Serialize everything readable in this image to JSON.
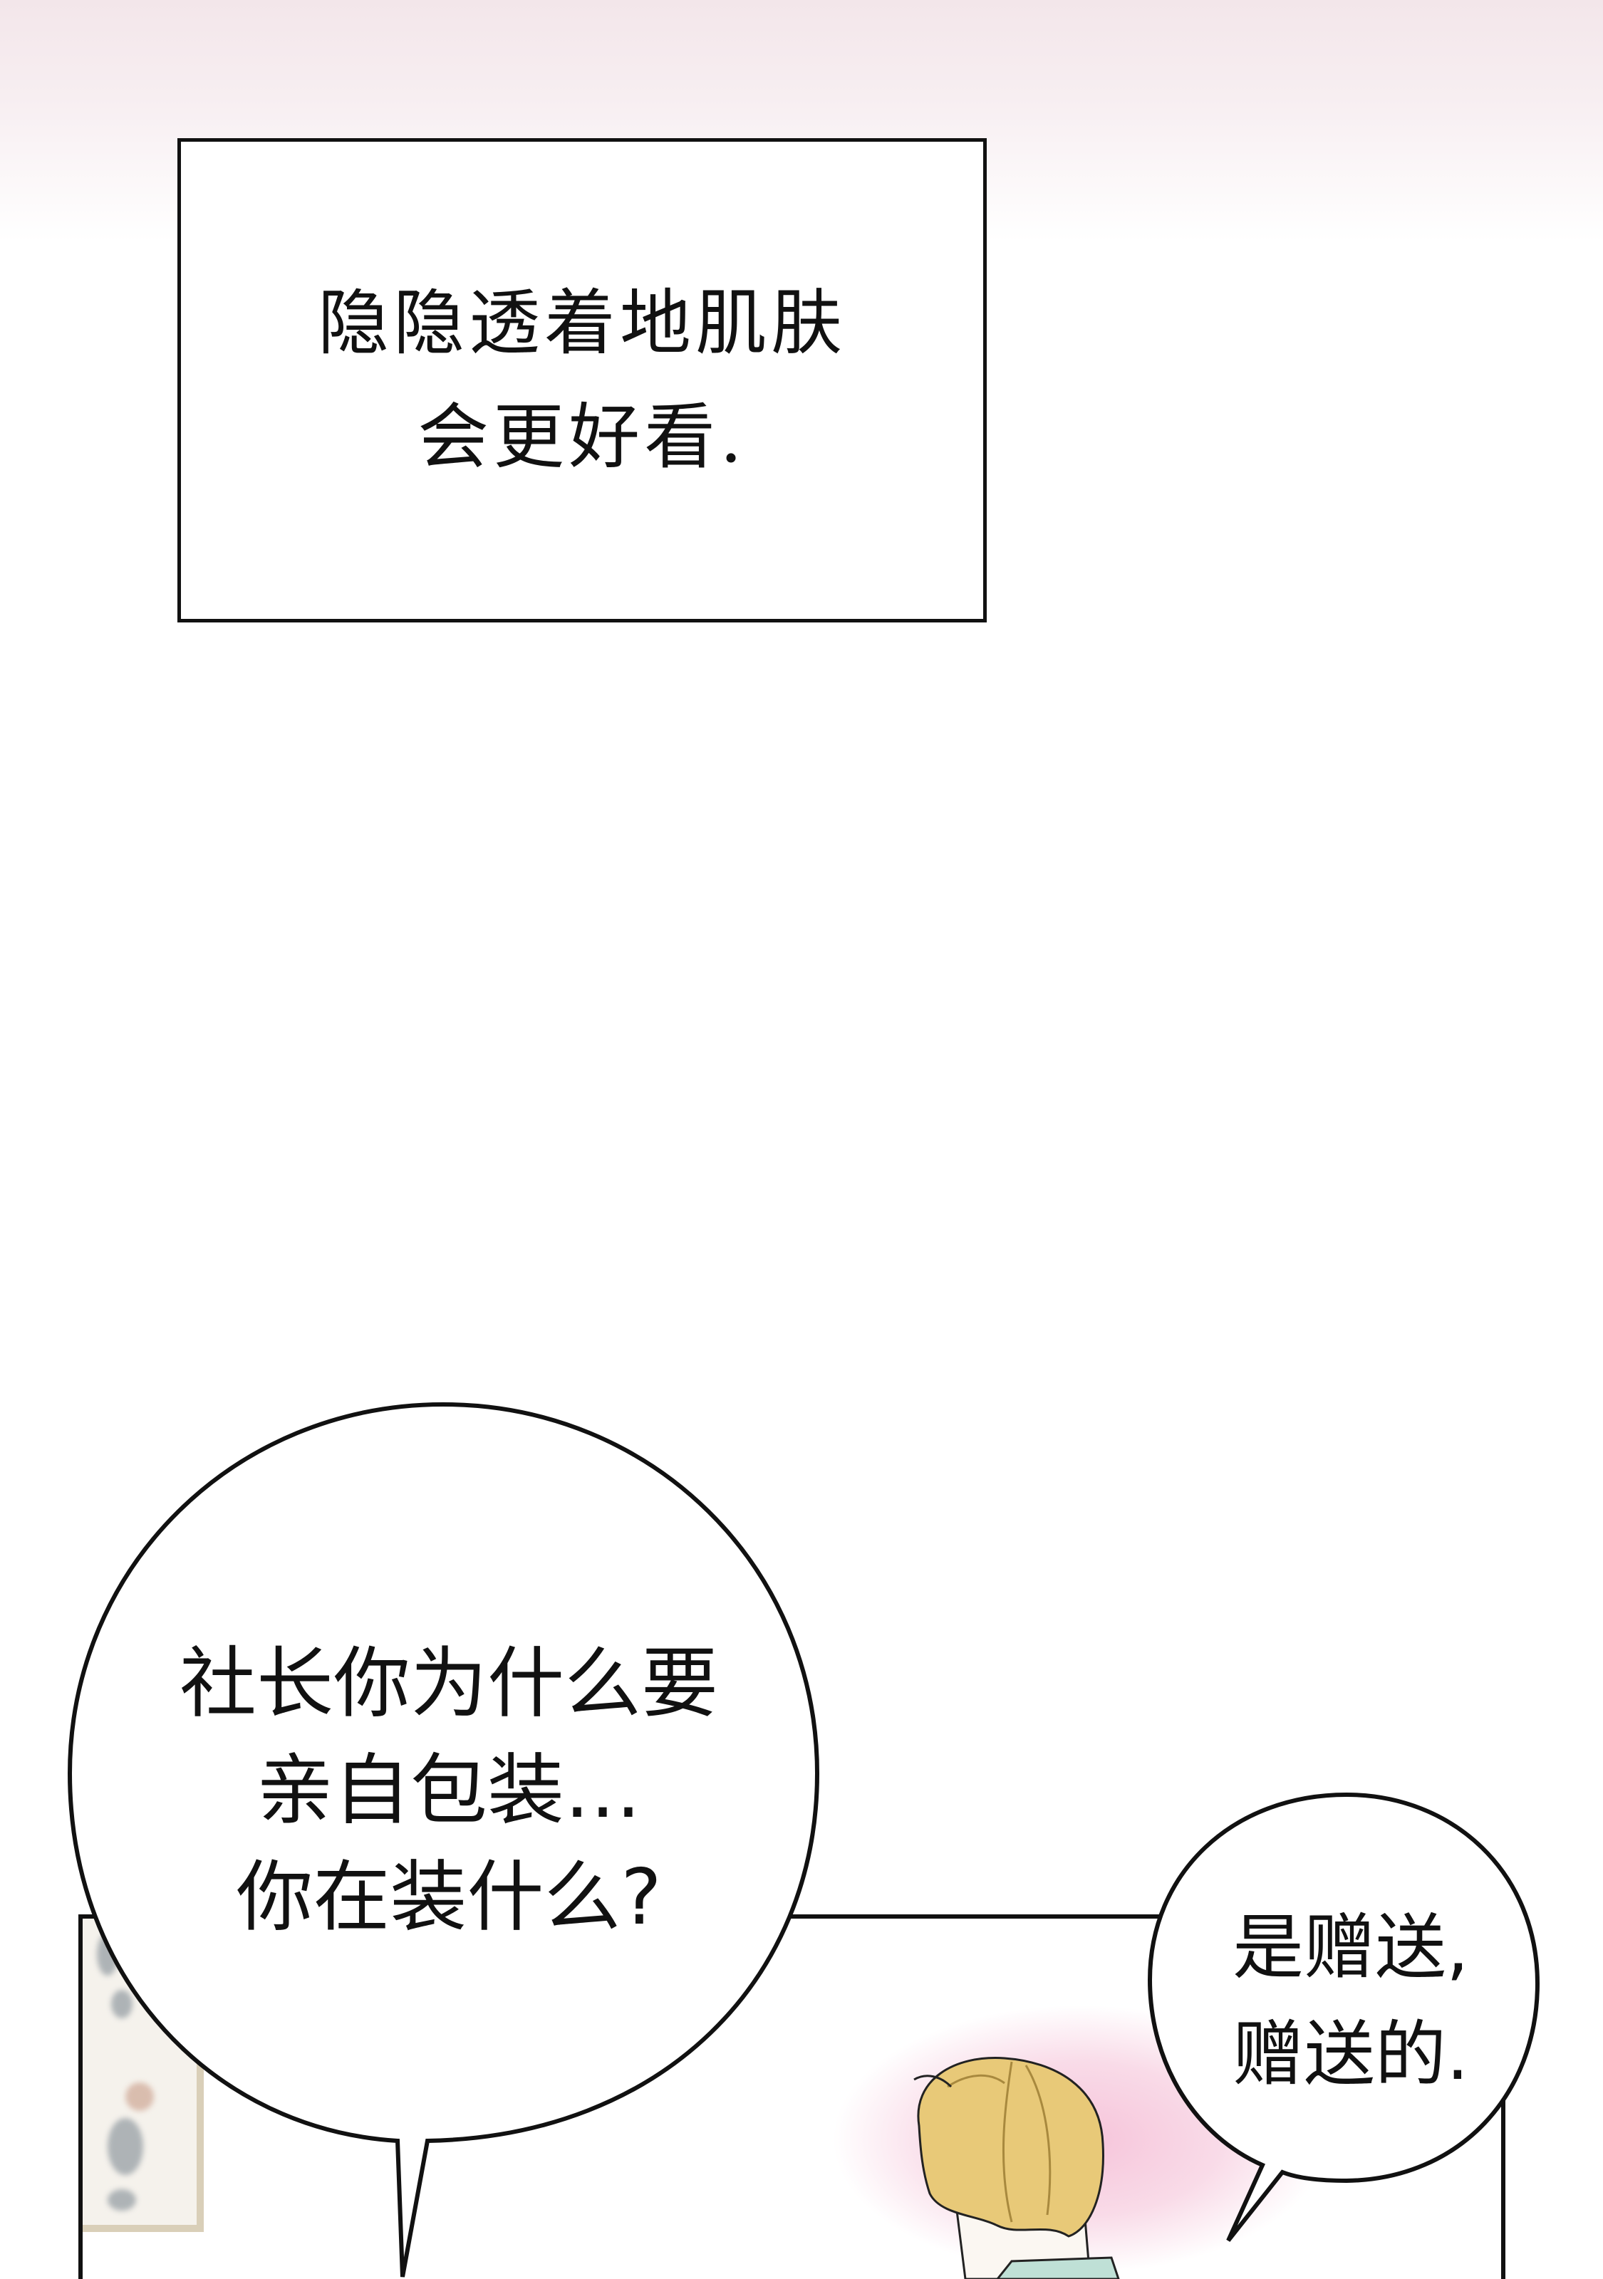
{
  "caption": {
    "lines": [
      "隐隐透着地肌肤",
      "会更好看."
    ]
  },
  "bubble_left": {
    "lines": [
      "社长你为什么要",
      "亲自包装…",
      "你在装什么?"
    ]
  },
  "bubble_right": {
    "lines": [
      "是赠送,",
      "赠送的."
    ]
  },
  "colors": {
    "hair": "#e8c978",
    "glow": "#f6c4da",
    "ink": "#111111"
  }
}
